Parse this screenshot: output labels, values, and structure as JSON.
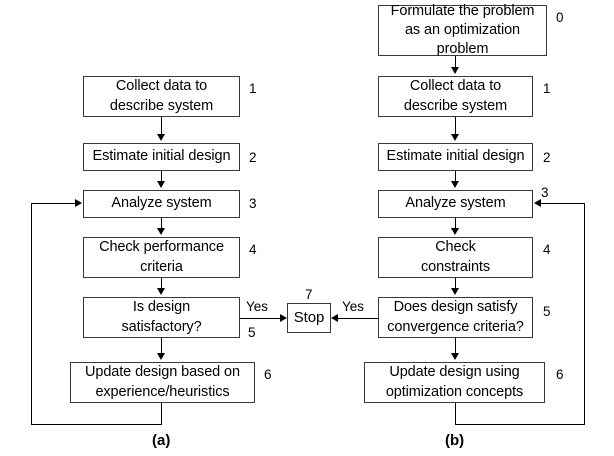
{
  "figure": {
    "type": "flowchart",
    "panels": [
      {
        "id": "a",
        "caption": "(a)",
        "title_implied": "Conventional design process",
        "nodes": [
          {
            "index": "1",
            "label": "Collect data to\ndescribe system"
          },
          {
            "index": "2",
            "label": "Estimate initial design"
          },
          {
            "index": "3",
            "label": "Analyze system"
          },
          {
            "index": "4",
            "label": "Check performance\ncriteria"
          },
          {
            "index": "5",
            "label": "Is design\nsatisfactory?"
          },
          {
            "index": "6",
            "label": "Update design based on\nexperience/heuristics"
          }
        ],
        "edge_labels": {
          "yes": "Yes"
        }
      },
      {
        "id": "b",
        "caption": "(b)",
        "title_implied": "Optimum design process",
        "nodes": [
          {
            "index": "0",
            "label": "Formulate the problem\nas an optimization\nproblem"
          },
          {
            "index": "1",
            "label": "Collect data to\ndescribe system"
          },
          {
            "index": "2",
            "label": "Estimate initial design"
          },
          {
            "index": "3",
            "label": "Analyze system"
          },
          {
            "index": "4",
            "label": "Check\nconstraints"
          },
          {
            "index": "5",
            "label": "Does design satisfy\nconvergence criteria?"
          },
          {
            "index": "6",
            "label": "Update design using\noptimization concepts"
          }
        ],
        "edge_labels": {
          "yes": "Yes"
        }
      }
    ],
    "shared": {
      "stop": {
        "index": "7",
        "label": "Stop"
      }
    },
    "colors": {
      "stroke": "#3a3a3a",
      "line": "#000000",
      "background": "#ffffff",
      "text": "#000000"
    }
  }
}
